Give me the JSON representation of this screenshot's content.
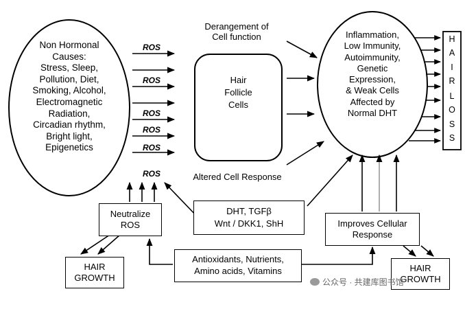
{
  "left_ellipse": {
    "lines": [
      "Non Hormonal",
      "Causes:",
      "Stress, Sleep,",
      "Pollution, Diet,",
      "Smoking, Alcohol,",
      "Electromagnetic",
      "Radiation,",
      "Circadian rhythm,",
      "Bright light,",
      "Epigenetics"
    ]
  },
  "ros_labels": [
    "ROS",
    "ROS",
    "ROS",
    "ROS",
    "ROS",
    "ROS"
  ],
  "derangement": {
    "lines": [
      "Derangement of",
      "Cell function"
    ]
  },
  "hair_follicle": {
    "lines": [
      "Hair",
      "Follicle",
      "Cells"
    ]
  },
  "altered_response": "Altered Cell Response",
  "right_ellipse": {
    "lines": [
      "Inflammation,",
      "Low Immunity,",
      "Autoimmunity,",
      "Genetic",
      "Expression,",
      "& Weak Cells",
      "Affected by",
      "Normal DHT"
    ]
  },
  "hairloss_letters": [
    "H",
    "A",
    "I",
    "R",
    "L",
    "O",
    "S",
    "S"
  ],
  "neutralize": {
    "lines": [
      "Neutralize",
      "ROS"
    ]
  },
  "dht_box": {
    "lines": [
      "DHT, TGFβ",
      "Wnt / DKK1, ShH"
    ]
  },
  "improves": {
    "lines": [
      "Improves Cellular",
      "Response"
    ]
  },
  "antioxidants": {
    "lines": [
      "Antioxidants, Nutrients,",
      "Amino acids, Vitamins"
    ]
  },
  "hair_growth_left": {
    "lines": [
      "HAIR",
      "GROWTH"
    ]
  },
  "hair_growth_right": {
    "lines": [
      "HAIR",
      "GROWTH"
    ]
  },
  "watermark": "公众号 · 共建库图书馆"
}
